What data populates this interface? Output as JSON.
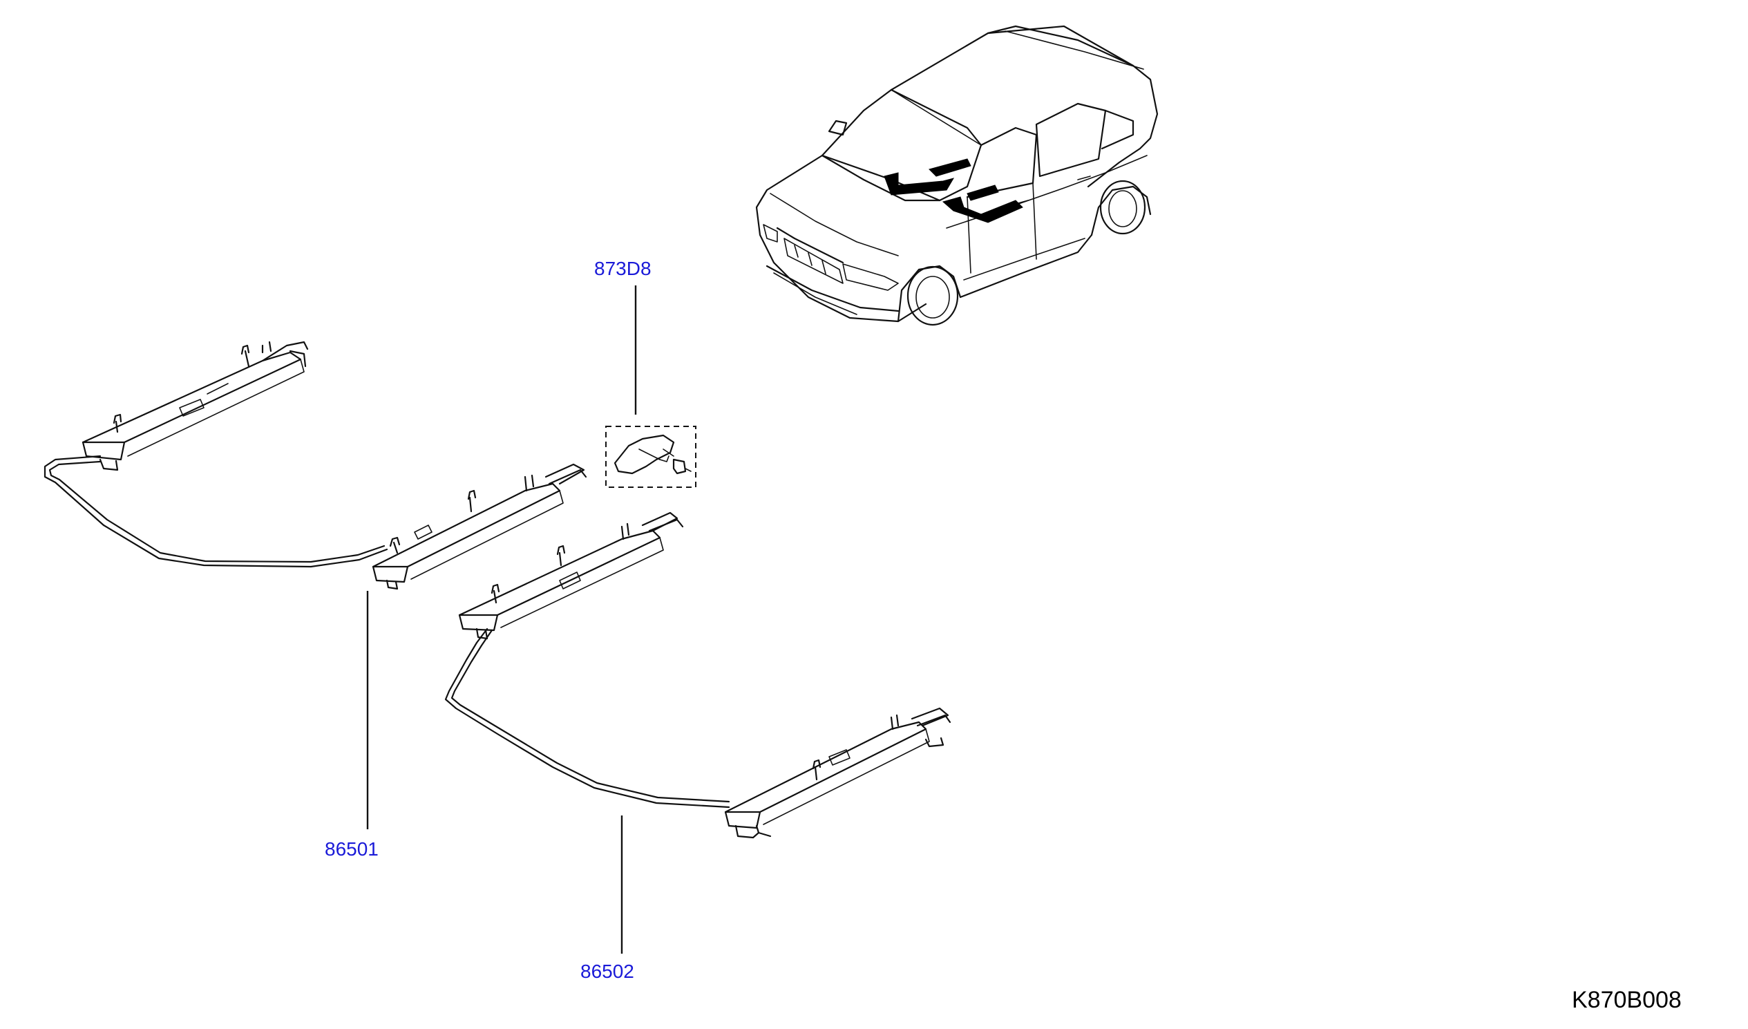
{
  "diagram": {
    "reference_code": "K870B008",
    "callouts": {
      "sensor": "873D8",
      "left_assembly": "86501",
      "right_assembly": "86502"
    }
  }
}
